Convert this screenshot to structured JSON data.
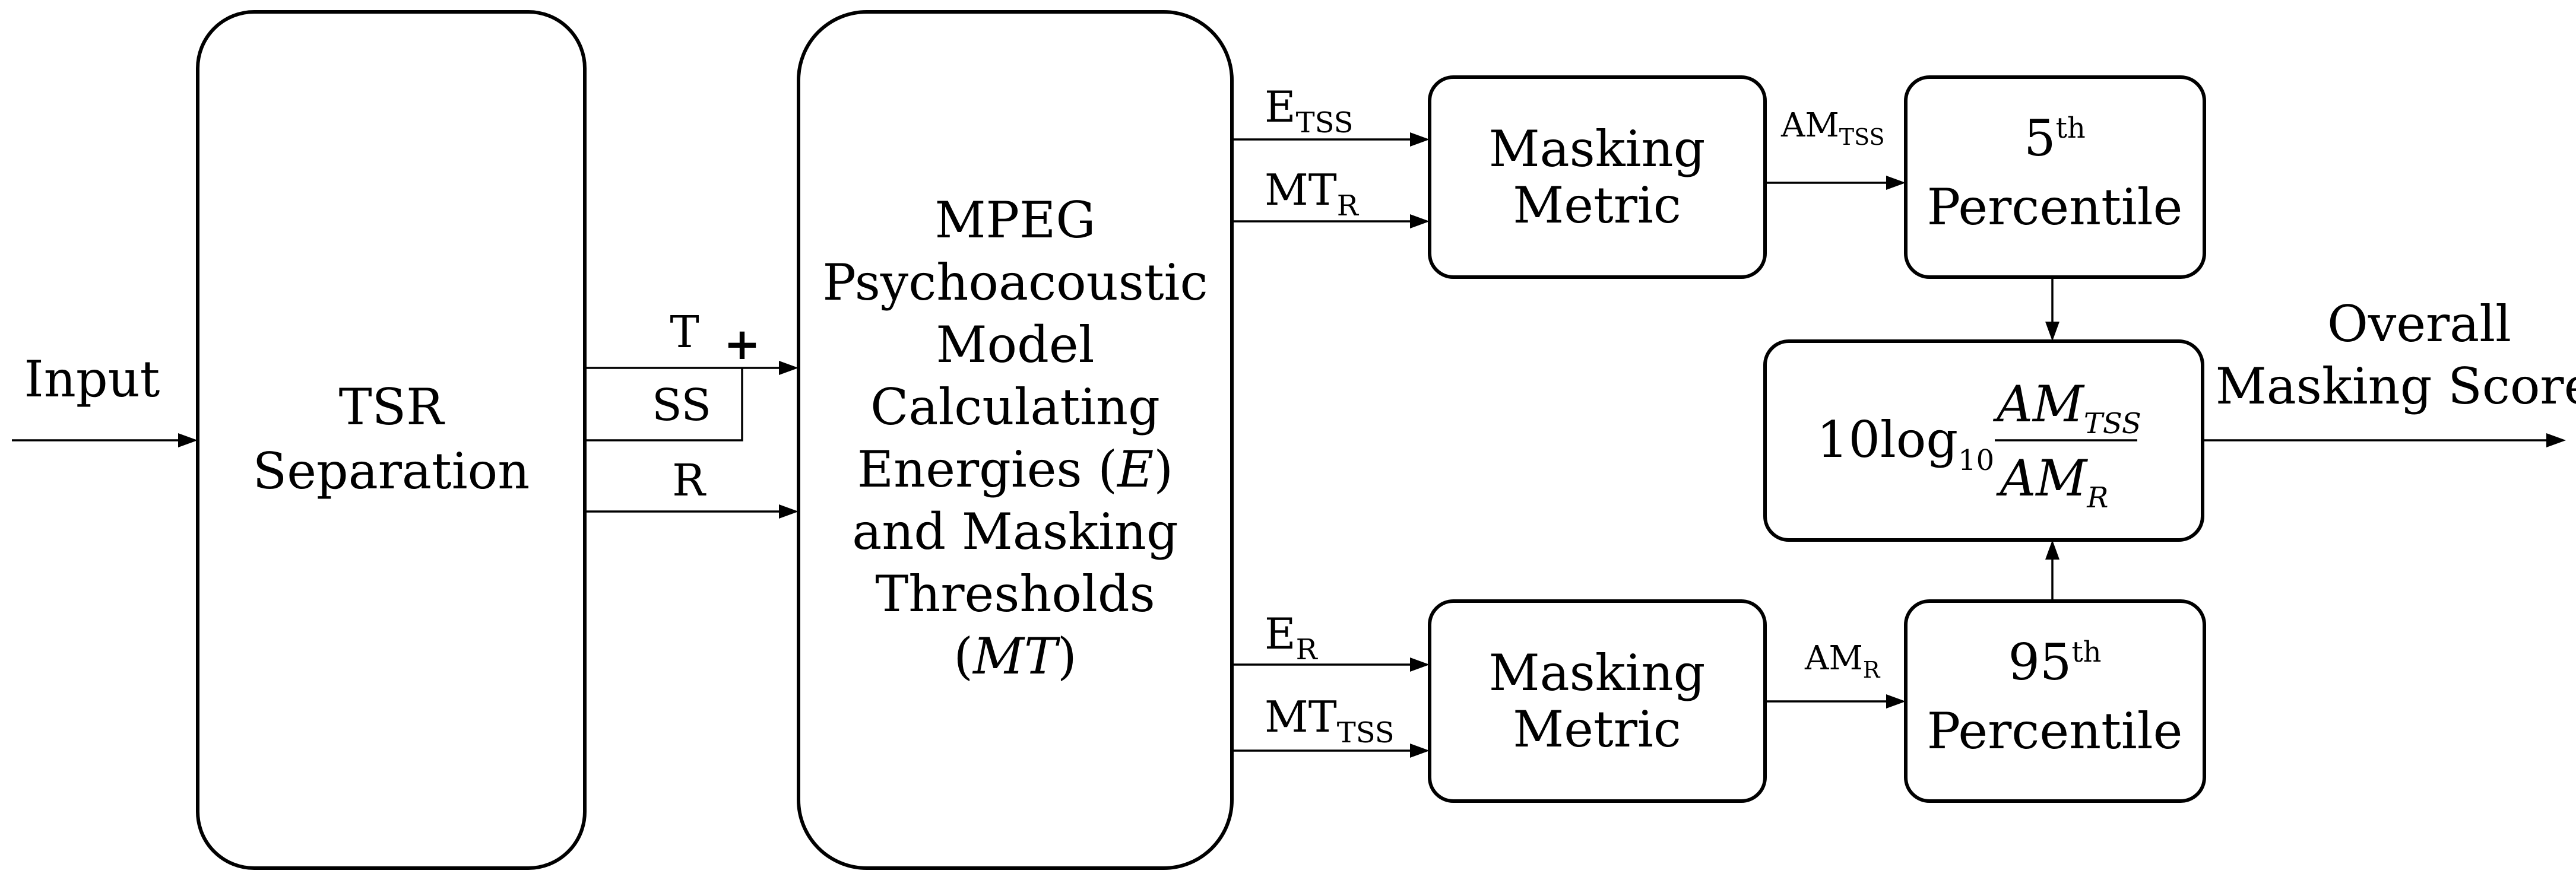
{
  "input_label": "Input",
  "output_label": {
    "line1": "Overall",
    "line2": "Masking Score"
  },
  "tsr_block": {
    "line1": "TSR",
    "line2": "Separation"
  },
  "tsr_outputs": {
    "t": "T",
    "ss": "SS",
    "r": "R",
    "sum_sign": "+"
  },
  "mpeg_block": {
    "line1": "MPEG",
    "line2": "Psychoacoustic",
    "line3": "Model",
    "line4": "Calculating",
    "line5_pre": "Energies (",
    "line5_var": "E",
    "line5_post": ")",
    "line6": "and Masking",
    "line7": "Thresholds",
    "line8_pre": "(",
    "line8_var": "MT",
    "line8_post": ")"
  },
  "signals": {
    "e_tss": {
      "base": "E",
      "sub": "TSS"
    },
    "mt_r": {
      "base": "MT",
      "sub": "R"
    },
    "e_r": {
      "base": "E",
      "sub": "R"
    },
    "mt_tss": {
      "base": "MT",
      "sub": "TSS"
    }
  },
  "masking_metric_top": {
    "line1": "Masking",
    "line2": "Metric"
  },
  "masking_metric_bottom": {
    "line1": "Masking",
    "line2": "Metric"
  },
  "am_tss_label": {
    "base": "AM",
    "sub": "TSS"
  },
  "am_r_label": {
    "base": "AM",
    "sub": "R"
  },
  "percentile_top": {
    "num": "5",
    "sup": "th",
    "line2": "Percentile"
  },
  "percentile_bottom": {
    "num": "95",
    "sup": "th",
    "line2": "Percentile"
  },
  "score_formula": {
    "coef": "10log",
    "base_sub": "10",
    "num_base": "AM",
    "num_sub": "TSS",
    "den_base": "AM",
    "den_sub": "R"
  }
}
